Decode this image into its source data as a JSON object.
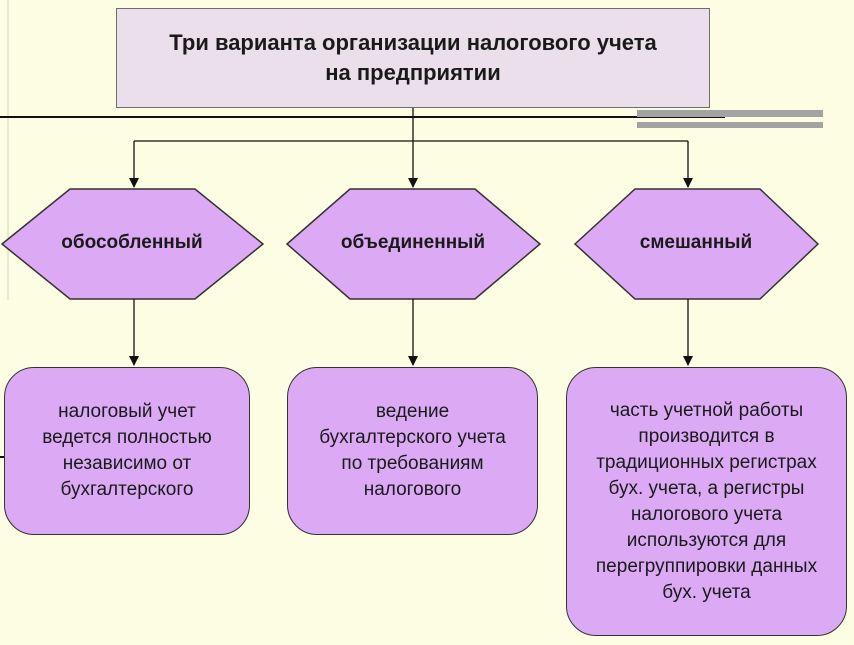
{
  "title": {
    "line1": "Три варианта организации налогового учета",
    "line2": "на предприятии"
  },
  "variants": [
    {
      "name": "обособленный",
      "description": "налоговый учет\nведется полностью\nнезависимо от\nбухгалтерского"
    },
    {
      "name": "объединенный",
      "description": "ведение\nбухгалтерского учета\nпо требованиям\nналогового"
    },
    {
      "name": "смешанный",
      "description": "часть учетной работы\nпроизводится в\nтрадиционных регистрах\nбух. учета, а регистры\nналогового учета\nиспользуются для\nперегруппировки данных\nбух. учета"
    }
  ],
  "colors": {
    "background": "#fdfde3",
    "title_fill": "#ebdfeb",
    "shape_fill": "#dcaaf4",
    "accent_gray": "#a3a3a3"
  }
}
